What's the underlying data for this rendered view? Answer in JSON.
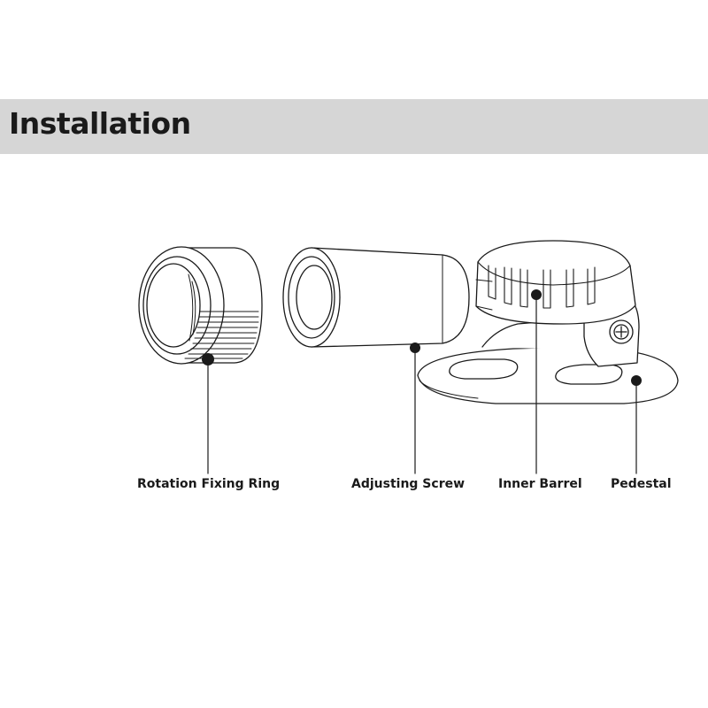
{
  "header": {
    "title": "Installation"
  },
  "labels": {
    "rotation_fixing_ring": "Rotation Fixing Ring",
    "adjusting_screw": "Adjusting Screw",
    "inner_barrel": "Inner Barrel",
    "pedestal": "Pedestal"
  },
  "colors": {
    "header_band": "#d6d6d6",
    "line": "#1a1a1a"
  }
}
